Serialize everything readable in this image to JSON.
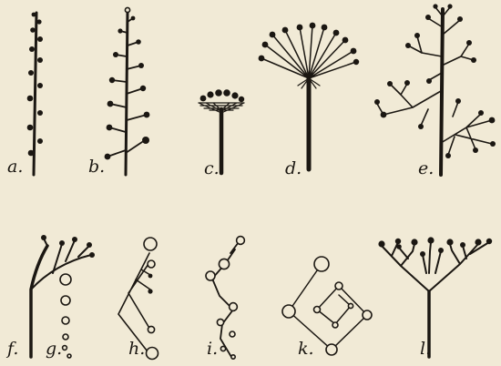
{
  "figure": {
    "background": "#f1ead6",
    "ink": "#1b1712",
    "panels": [
      {
        "id": "a",
        "label": "a."
      },
      {
        "id": "b",
        "label": "b."
      },
      {
        "id": "c",
        "label": "c."
      },
      {
        "id": "d",
        "label": "d."
      },
      {
        "id": "e",
        "label": "e."
      },
      {
        "id": "f",
        "label": "f."
      },
      {
        "id": "g",
        "label": "g."
      },
      {
        "id": "h",
        "label": "h."
      },
      {
        "id": "i",
        "label": "i."
      },
      {
        "id": "k",
        "label": "k."
      },
      {
        "id": "l",
        "label": "l."
      }
    ]
  }
}
